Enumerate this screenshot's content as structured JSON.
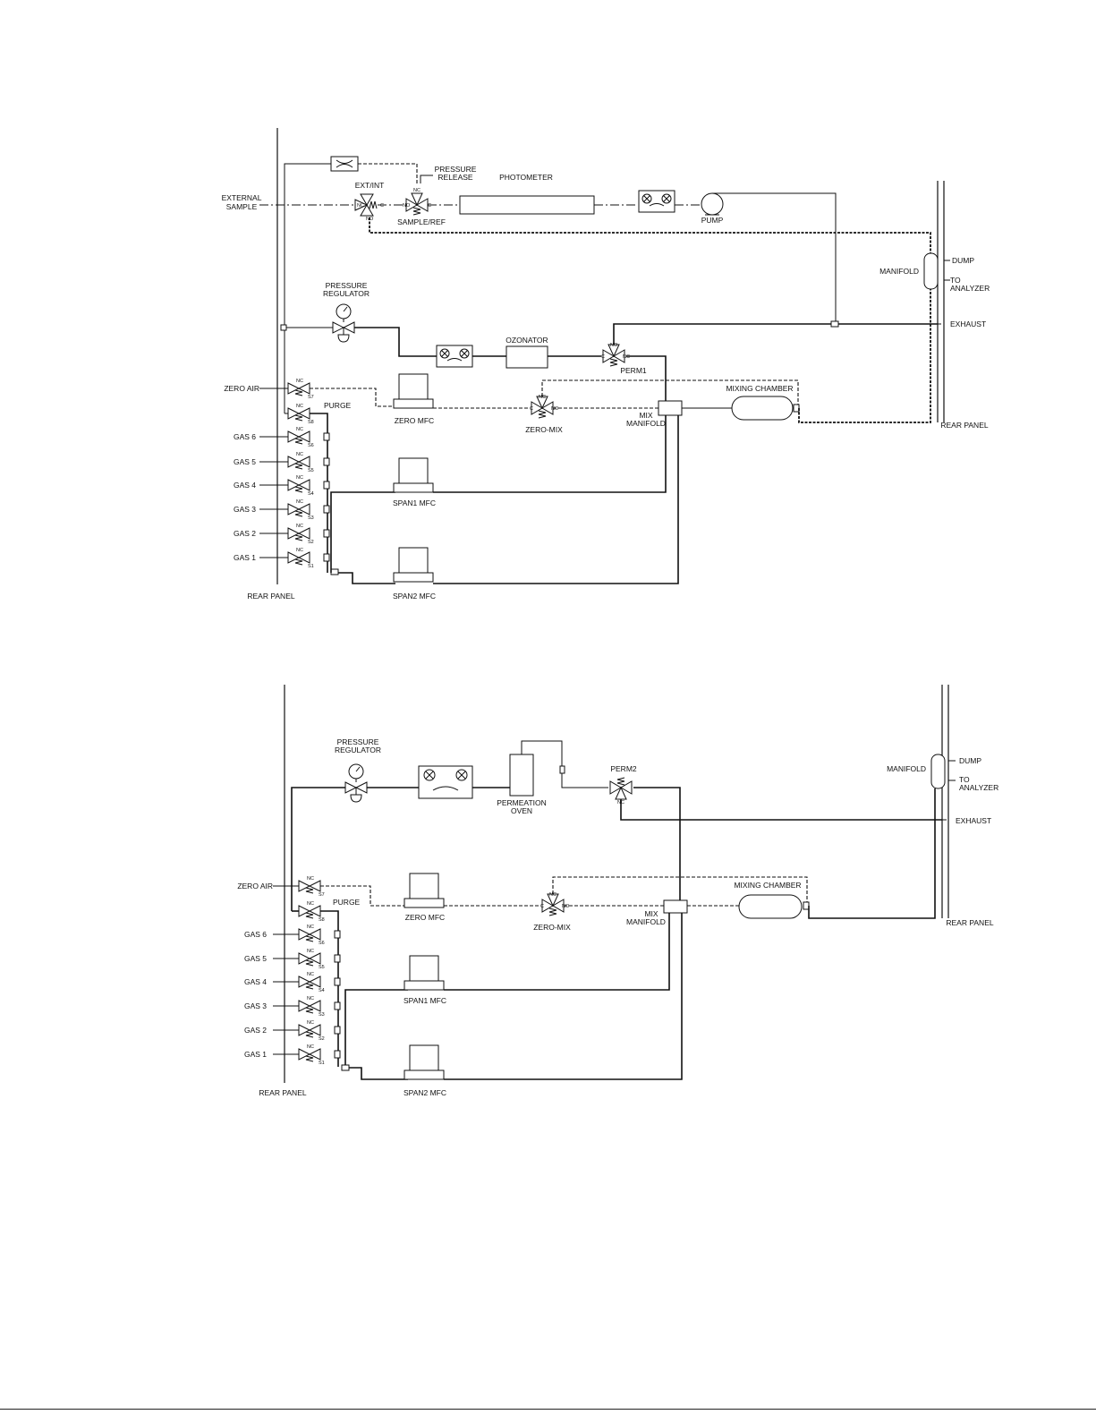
{
  "top": {
    "external_sample": [
      "EXTERNAL",
      "SAMPLE"
    ],
    "ext_int": "EXT/INT",
    "pressure_release": [
      "PRESSURE",
      "RELEASE"
    ],
    "photometer": "PHOTOMETER",
    "pump": "PUMP",
    "sample_ref": "SAMPLE/REF",
    "manifold": "MANIFOLD",
    "dump": "DUMP",
    "to_analyzer": [
      "TO",
      "ANALYZER"
    ],
    "exhaust": "EXHAUST",
    "pressure_regulator": [
      "PRESSURE",
      "REGULATOR"
    ],
    "ozonator": "OZONATOR",
    "perm1": "PERM1",
    "zero_air": "ZERO AIR",
    "purge": "PURGE",
    "zero_mfc": "ZERO MFC",
    "zero_mix": "ZERO-MIX",
    "mix_manifold": [
      "MIX",
      "MANIFOLD"
    ],
    "mixing_chamber": "MIXING CHAMBER",
    "rear_panel_right": "REAR PANEL",
    "gases": [
      "GAS 6",
      "GAS 5",
      "GAS 4",
      "GAS 3",
      "GAS 2",
      "GAS 1"
    ],
    "span1_mfc": "SPAN1 MFC",
    "span2_mfc": "SPAN2 MFC",
    "rear_panel_left": "REAR PANEL",
    "valve_tags": [
      "S7",
      "S8",
      "S6",
      "S5",
      "S4",
      "S3",
      "S2",
      "S1"
    ],
    "port_tags": {
      "nc": "NC",
      "no": "NO",
      "c": "C"
    }
  },
  "bottom": {
    "pressure_regulator": [
      "PRESSURE",
      "REGULATOR"
    ],
    "permeation_oven": [
      "PERMEATION",
      "OVEN"
    ],
    "perm2": "PERM2",
    "manifold": "MANIFOLD",
    "dump": "DUMP",
    "to_analyzer": [
      "TO",
      "ANALYZER"
    ],
    "exhaust": "EXHAUST",
    "zero_air": "ZERO AIR",
    "purge": "PURGE",
    "zero_mfc": "ZERO MFC",
    "zero_mix": "ZERO-MIX",
    "mix_manifold": [
      "MIX",
      "MANIFOLD"
    ],
    "mixing_chamber": "MIXING CHAMBER",
    "rear_panel_right": "REAR PANEL",
    "gases": [
      "GAS 6",
      "GAS 5",
      "GAS 4",
      "GAS 3",
      "GAS 2",
      "GAS 1"
    ],
    "span1_mfc": "SPAN1 MFC",
    "span2_mfc": "SPAN2 MFC",
    "rear_panel_left": "REAR PANEL",
    "valve_tags": [
      "S7",
      "S8",
      "S6",
      "S5",
      "S4",
      "S3",
      "S2",
      "S1"
    ]
  }
}
